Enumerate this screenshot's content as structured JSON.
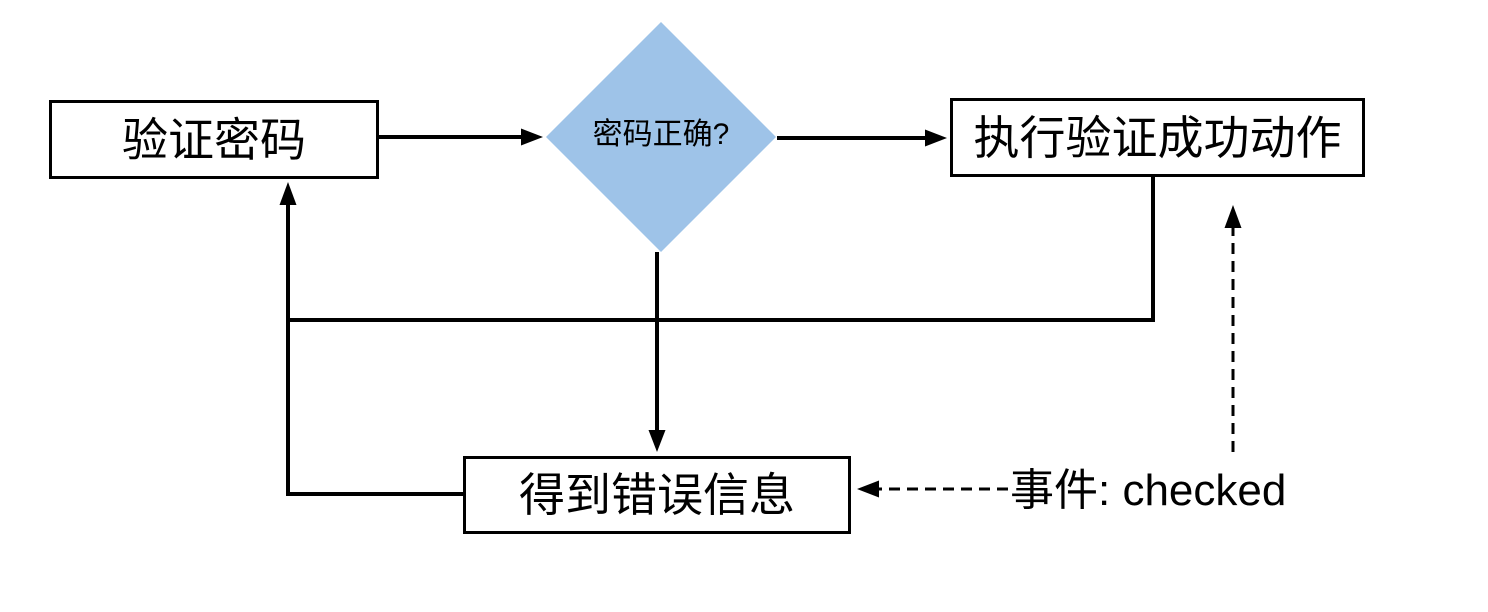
{
  "diagram": {
    "nodes": {
      "verify": {
        "label": "验证密码",
        "shape": "rectangle"
      },
      "decision": {
        "label": "密码正确?",
        "shape": "diamond"
      },
      "success": {
        "label": "执行验证成功动作",
        "shape": "rectangle"
      },
      "error": {
        "label": "得到错误信息",
        "shape": "rectangle"
      }
    },
    "annotation": {
      "label": "事件: checked"
    },
    "edges": [
      {
        "from": "verify",
        "to": "decision",
        "style": "solid",
        "arrow": true
      },
      {
        "from": "decision",
        "to": "success",
        "style": "solid",
        "arrow": true
      },
      {
        "from": "decision",
        "to": "error",
        "style": "solid",
        "arrow": true
      },
      {
        "from": "success",
        "to": "verify",
        "style": "solid",
        "arrow": false,
        "note": "routes down then left into the loop-back line"
      },
      {
        "from": "error",
        "to": "verify",
        "style": "solid",
        "arrow": true,
        "note": "routes left then up into bottom of verify box"
      },
      {
        "from": "annotation",
        "to": "error",
        "style": "dashed",
        "arrow": true
      },
      {
        "from": "annotation",
        "to": "success",
        "style": "dashed",
        "arrow": true
      }
    ],
    "colors": {
      "decision_fill": "#9EC3E8",
      "line": "#000000",
      "box_border": "#000000",
      "background": "#FFFFFF"
    }
  }
}
